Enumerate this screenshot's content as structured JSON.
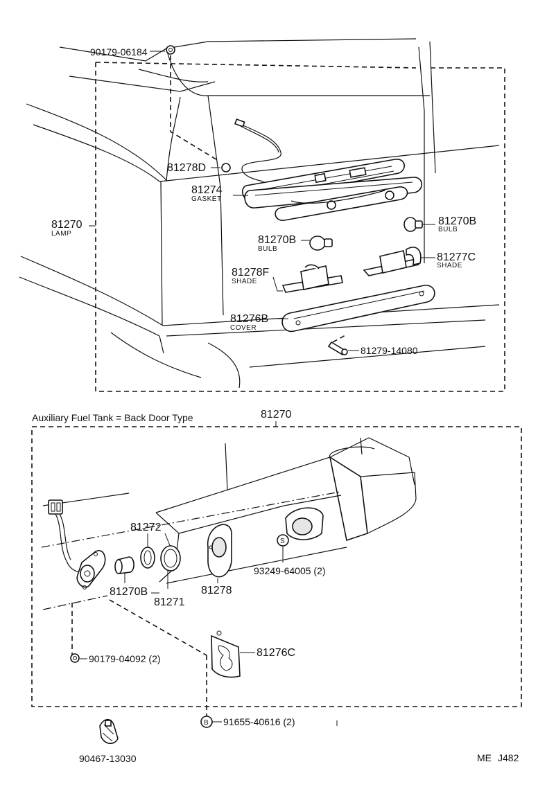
{
  "upper": {
    "labels": {
      "p90179_06184": "90179-06184",
      "p81278d": "81278D",
      "p81274": "81274",
      "p81274_sub": "GASKET",
      "p81270": "81270",
      "p81270_sub": "LAMP",
      "p81270b_right": "81270B",
      "p81270b_right_sub": "BULB",
      "p81270b_left": "81270B",
      "p81270b_left_sub": "BULB",
      "p81277c": "81277C",
      "p81277c_sub": "SHADE",
      "p81278f": "81278F",
      "p81278f_sub": "SHADE",
      "p81276b": "81276B",
      "p81276b_sub": "COVER",
      "p81279_14080": "81279-14080"
    }
  },
  "lower": {
    "section_title": "Auxiliary Fuel Tank = Back Door Type",
    "labels": {
      "p81270": "81270",
      "p81272": "81272",
      "p81270b": "81270B",
      "p81271": "81271",
      "p81278": "81278",
      "p93249_64005": "93249-64005 (2)",
      "s_marker": "S",
      "p90179_04092": "90179-04092 (2)",
      "p81276c": "81276C",
      "p91655_40616": "91655-40616 (2)",
      "b_marker": "B",
      "p90467_13030": "90467-13030"
    }
  },
  "footer": {
    "code_left": "ME",
    "code_right": "J482"
  }
}
